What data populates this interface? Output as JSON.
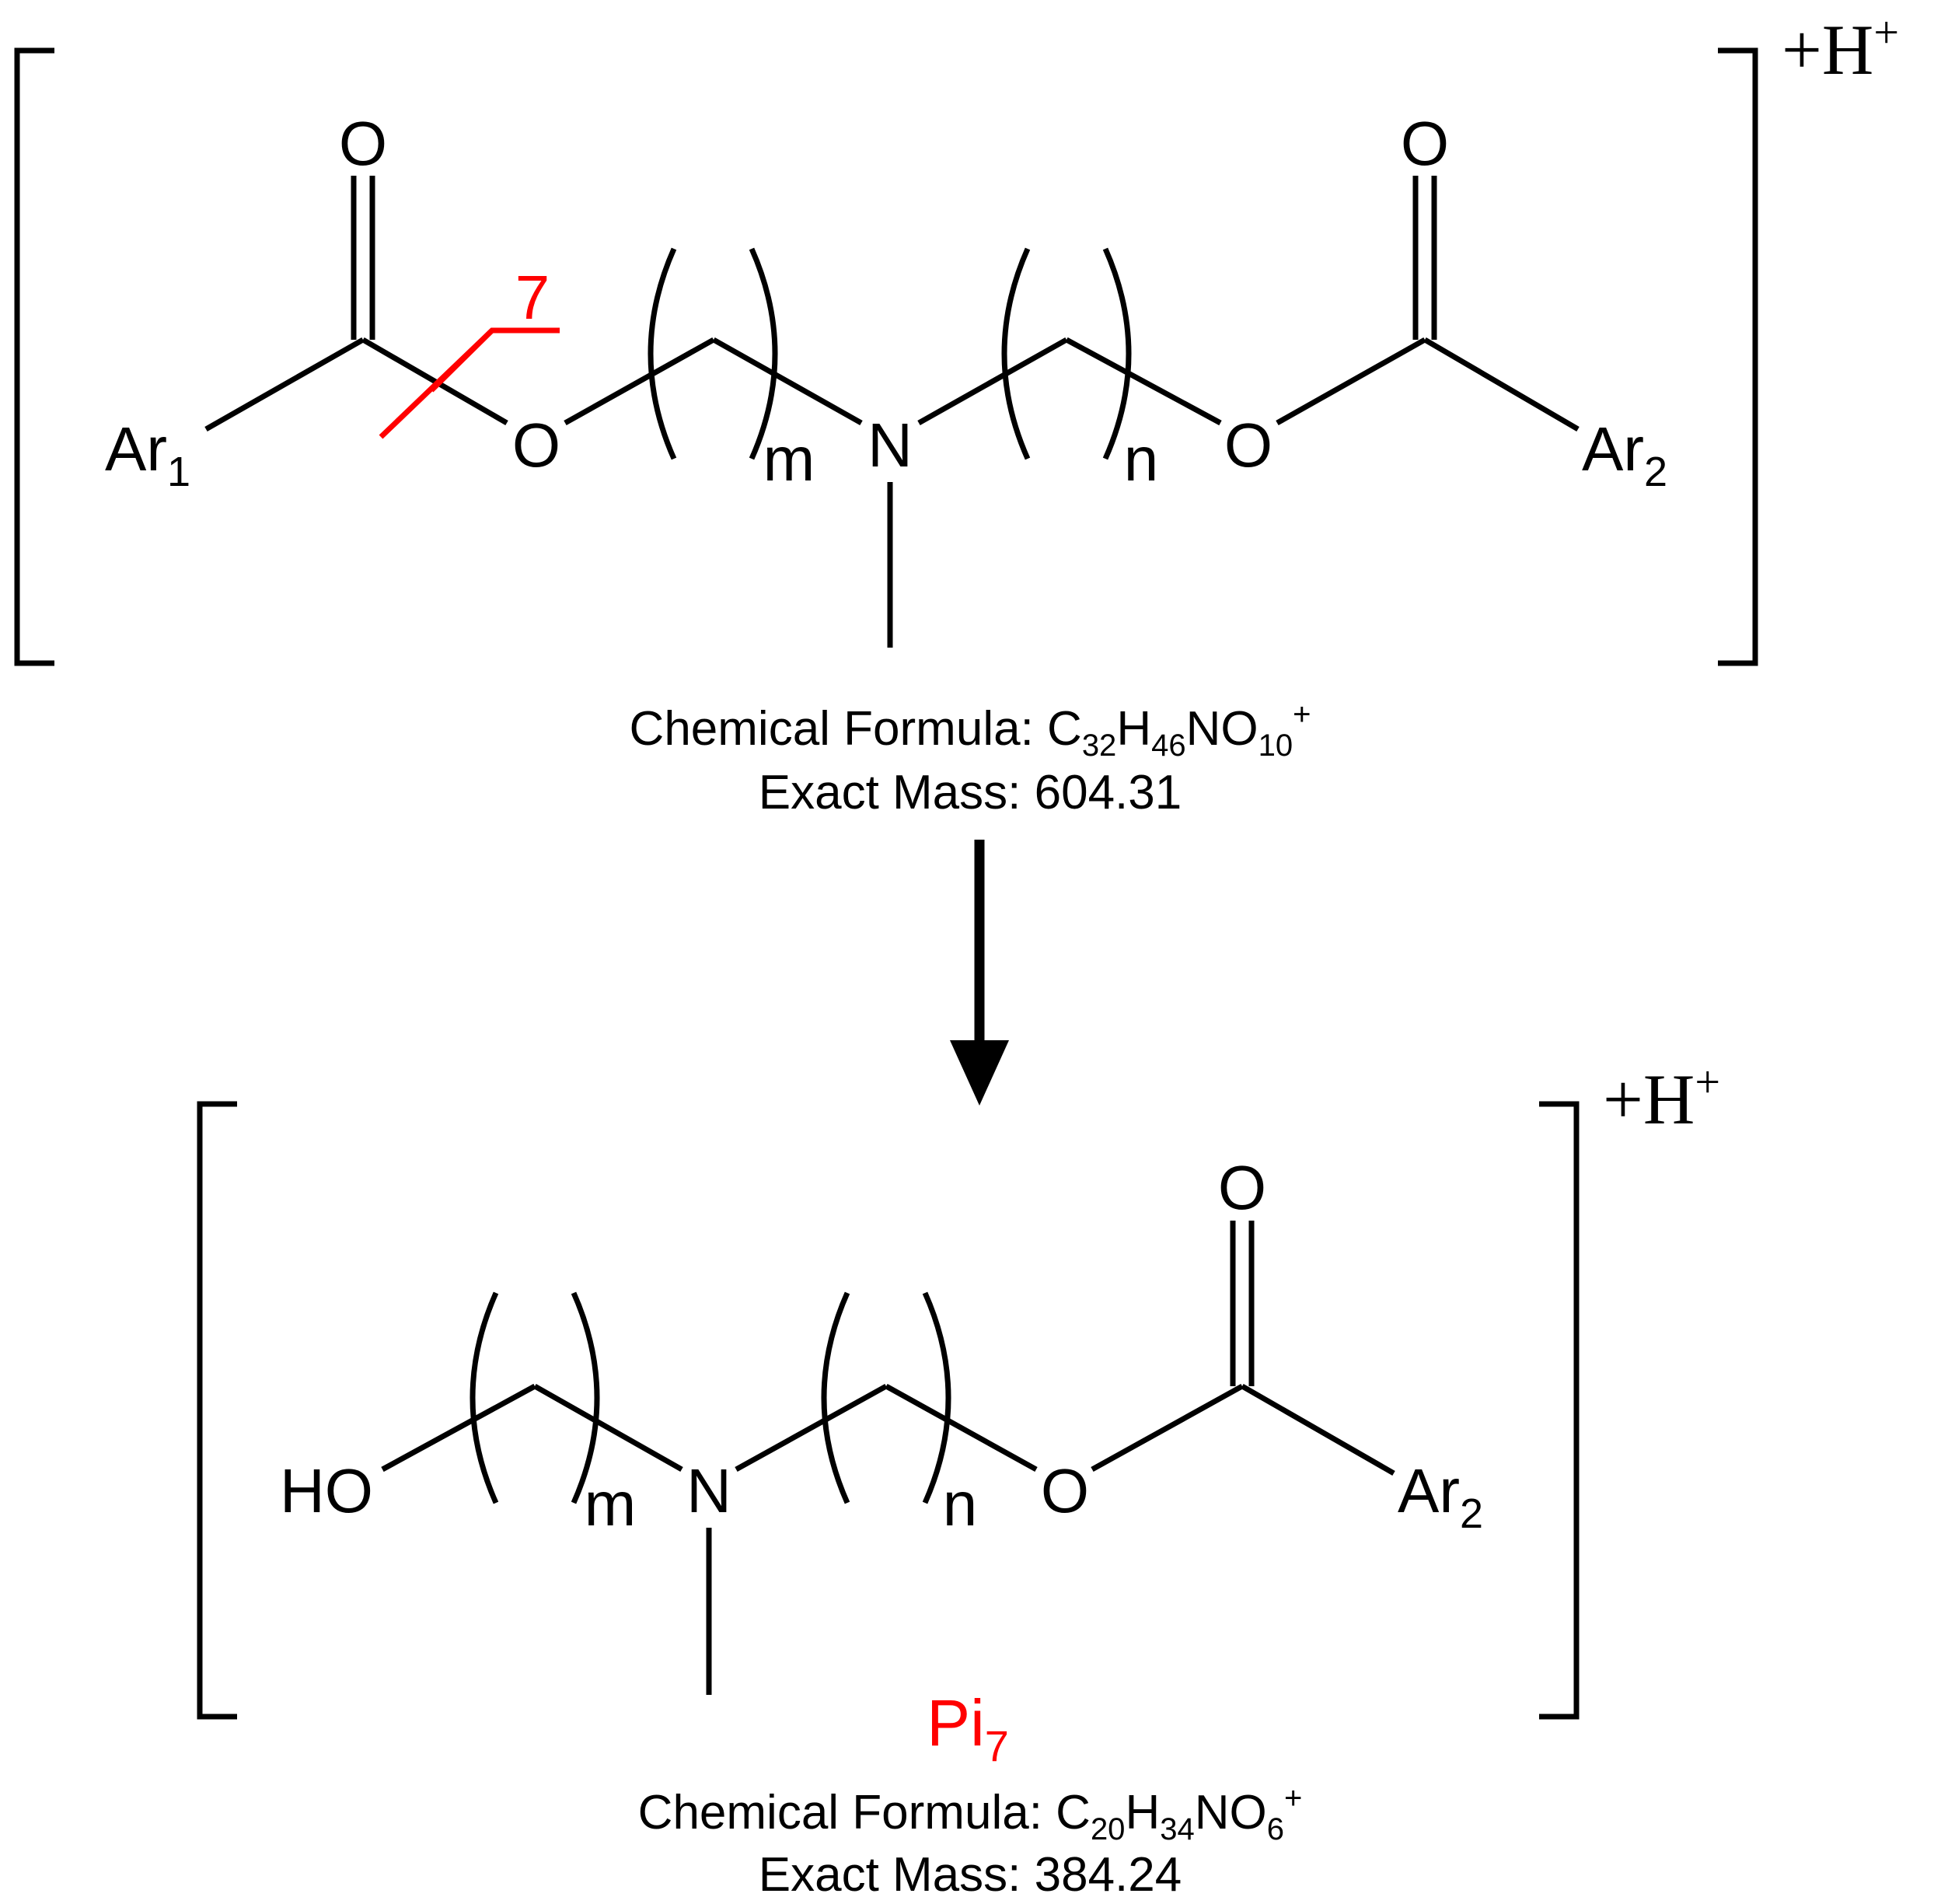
{
  "precursor": {
    "atoms": {
      "ar1": "Ar",
      "ar1_sub": "1",
      "o_carbonyl_left": "O",
      "o_ester_left": "O",
      "index_m": "m",
      "n_center": "N",
      "index_n": "n",
      "o_ester_right": "O",
      "o_carbonyl_right": "O",
      "ar2": "Ar",
      "ar2_sub": "2"
    },
    "cleavage_label": "7",
    "charge_label": "+H",
    "charge_sup": "+",
    "formula_prefix": "Chemical Formula: ",
    "formula_parts": [
      "C",
      "32",
      "H",
      "46",
      "NO",
      "10",
      "+"
    ],
    "mass_text": "Exact Mass: 604.31"
  },
  "product": {
    "atoms": {
      "ho": "HO",
      "index_m": "m",
      "n_center": "N",
      "index_n": "n",
      "o_ester": "O",
      "o_carbonyl": "O",
      "ar2": "Ar",
      "ar2_sub": "2"
    },
    "name": "Pi",
    "name_sub": "7",
    "charge_label": "+H",
    "charge_sup": "+",
    "formula_prefix": "Chemical Formula: ",
    "formula_parts": [
      "C",
      "20",
      "H",
      "34",
      "NO",
      "6",
      "+"
    ],
    "mass_text": "Exact Mass: 384.24"
  },
  "colors": {
    "highlight": "#ff0000",
    "ink": "#000000"
  }
}
